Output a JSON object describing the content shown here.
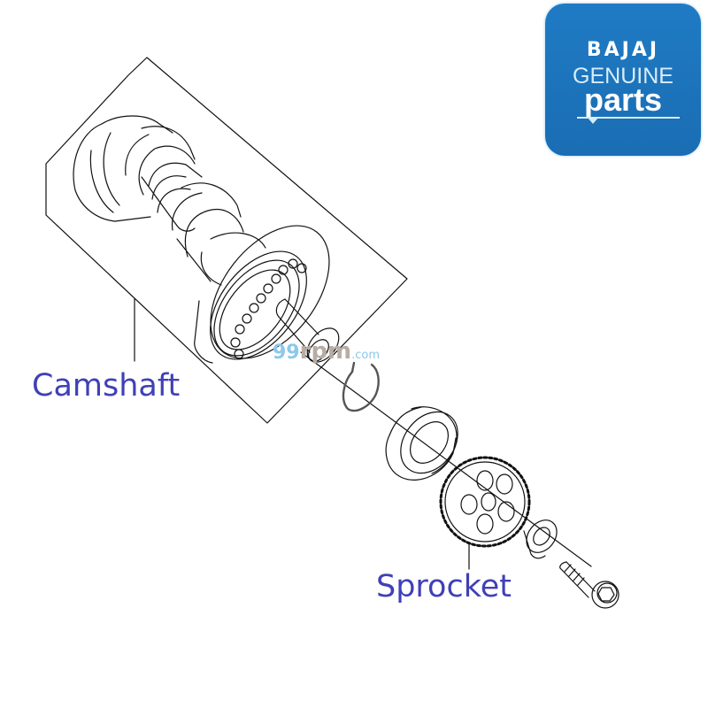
{
  "diagram": {
    "type": "exploded parts diagram",
    "labels": {
      "camshaft": "Camshaft",
      "sprocket": "Sprocket"
    },
    "label_color": "#4040b8",
    "parts": [
      {
        "name": "Camshaft",
        "leader": true
      },
      {
        "name": "Circlip",
        "leader": false
      },
      {
        "name": "Bearing",
        "leader": false
      },
      {
        "name": "Sprocket",
        "leader": true
      },
      {
        "name": "Washer",
        "leader": false
      },
      {
        "name": "Bolt",
        "leader": false
      }
    ]
  },
  "logo": {
    "brand": "BAJAJ",
    "line2": "GENUINE",
    "line3": "parts",
    "background": "#1f7bc4"
  },
  "watermark": {
    "part1": "99",
    "part2": "rpm",
    "part3": ".com"
  }
}
